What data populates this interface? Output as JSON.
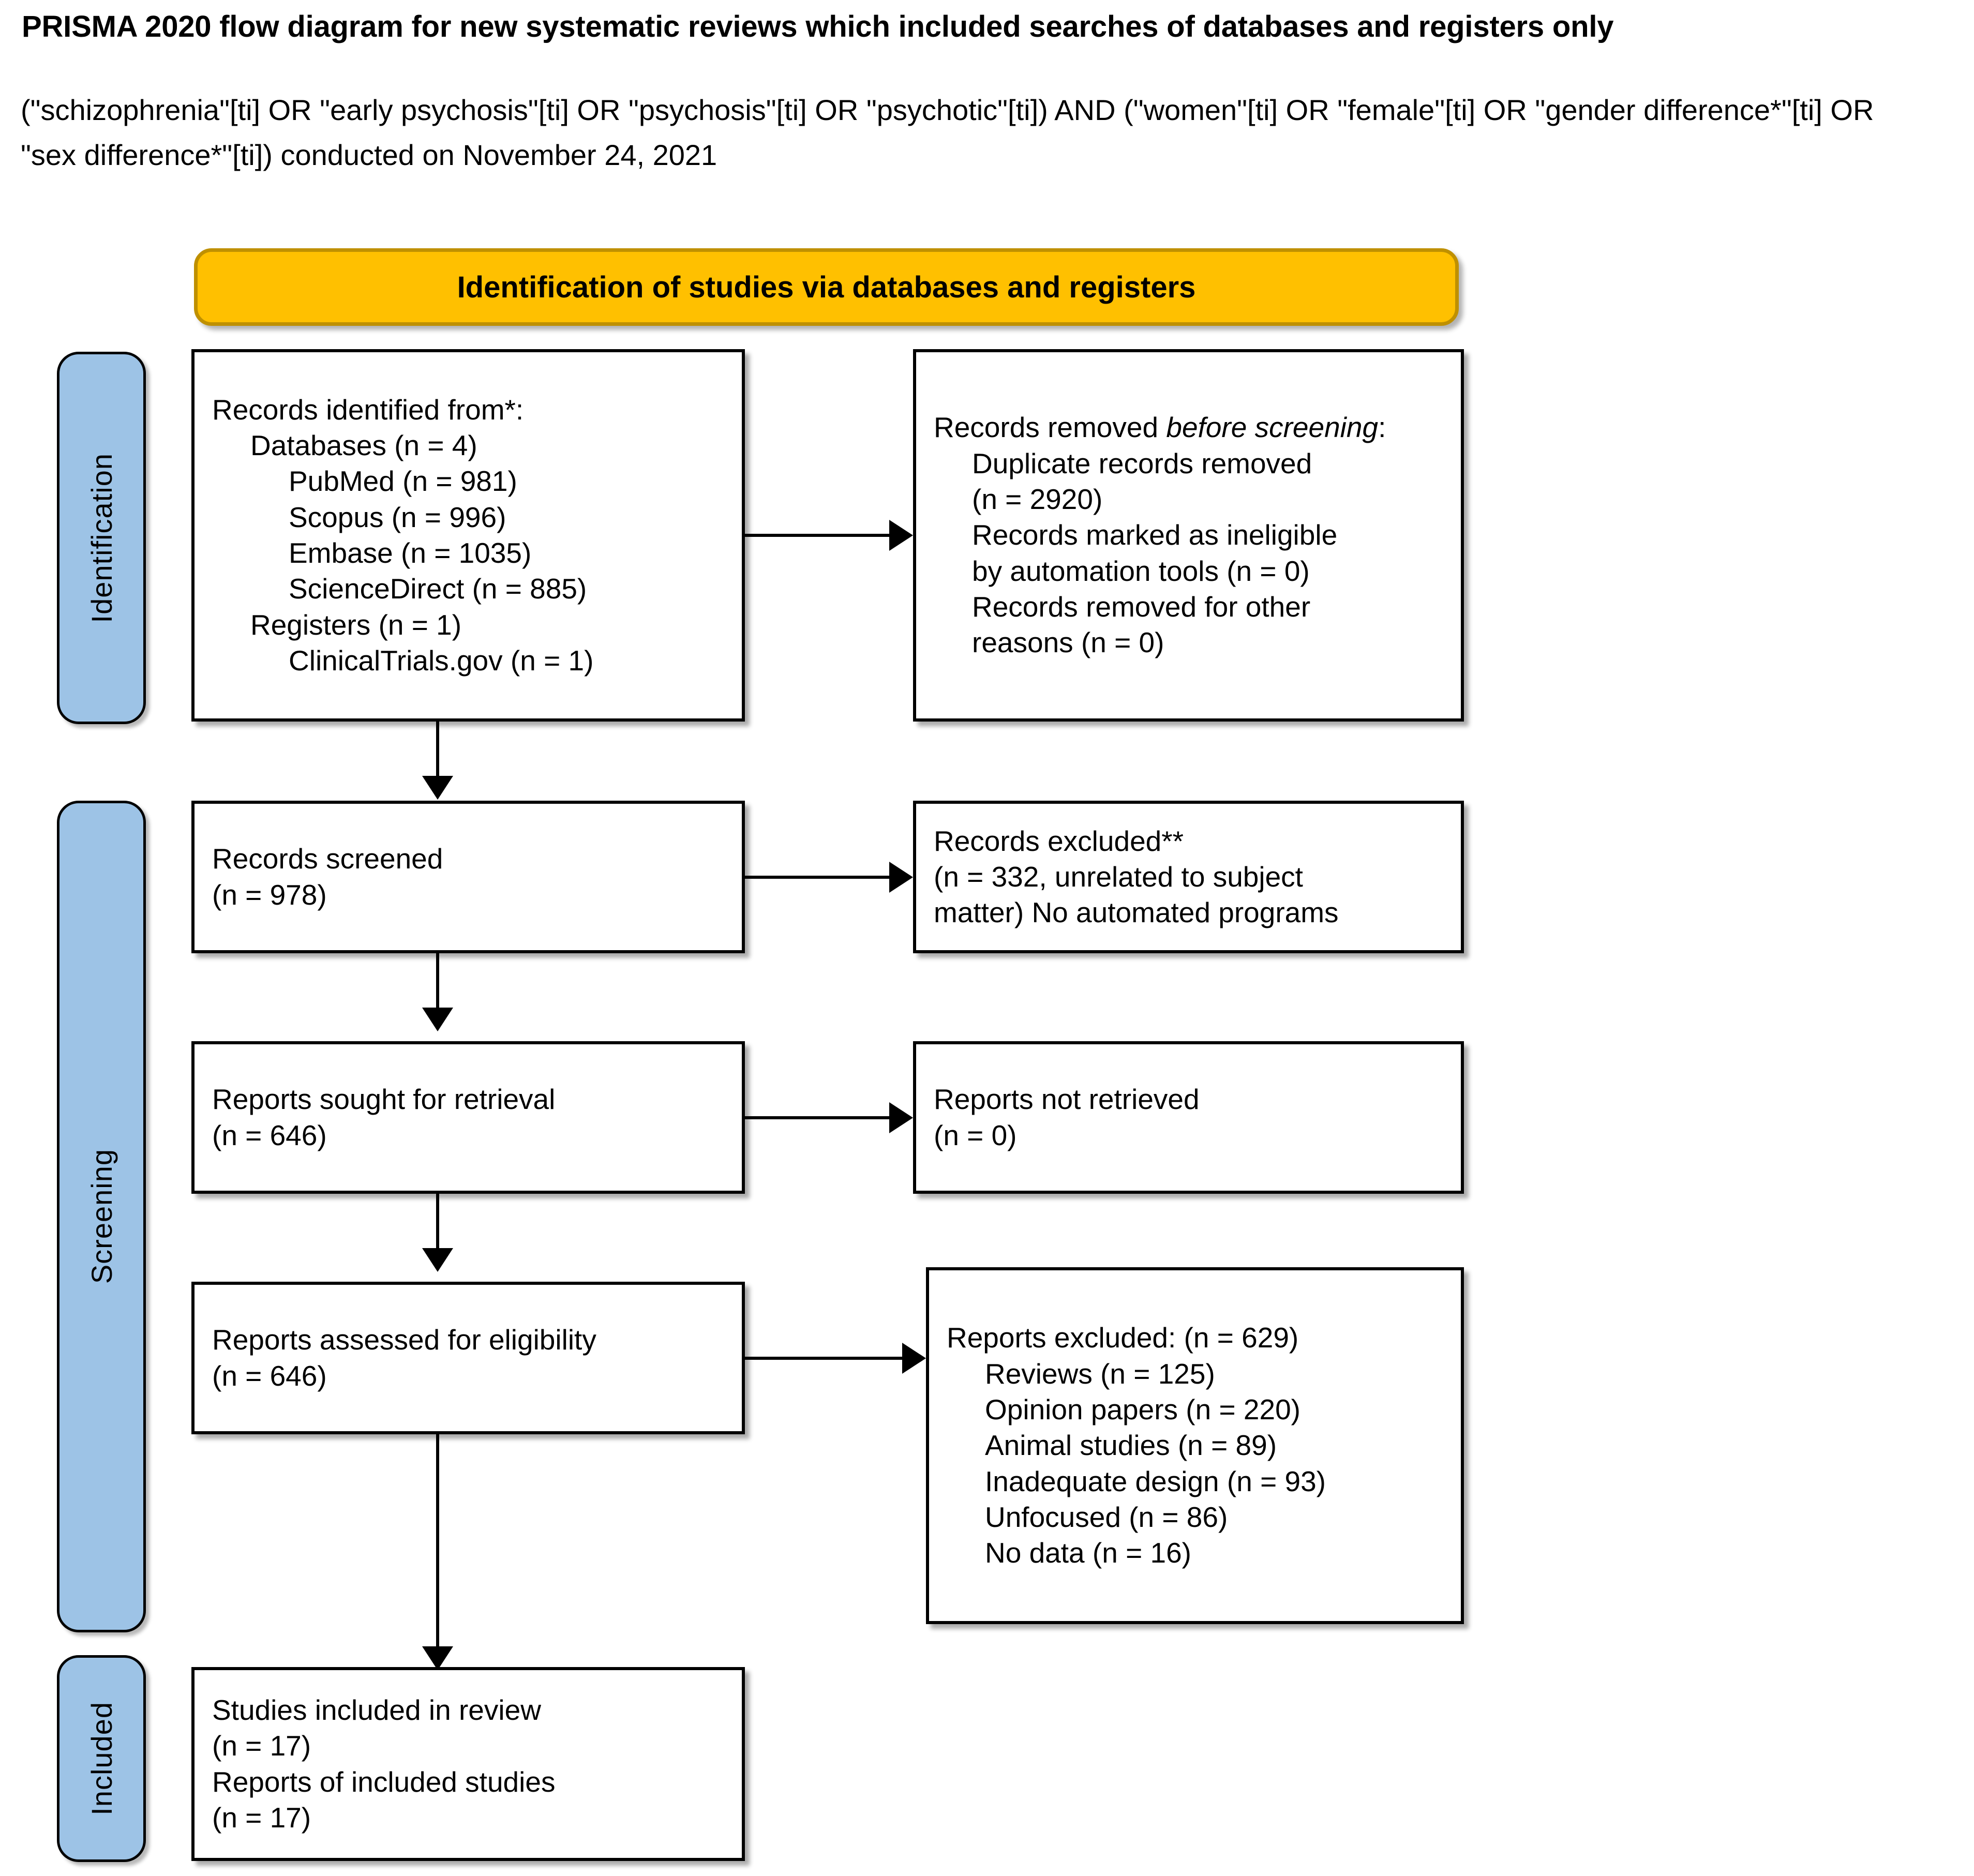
{
  "title": "PRISMA 2020 flow diagram for new systematic reviews which included searches of databases and registers only",
  "query": "(\"schizophrenia\"[ti] OR \"early psychosis\"[ti] OR \"psychosis\"[ti] OR \"psychotic\"[ti]) AND (\"women\"[ti] OR \"female\"[ti] OR \"gender difference*\"[ti] OR \"sex difference*\"[ti]) conducted on November 24, 2021",
  "colors": {
    "stage_bar": "#9DC3E6",
    "section_header": "#FFC000",
    "section_header_border": "#BF9000",
    "box_border": "#000000",
    "text": "#000000"
  },
  "section_header": {
    "label": "Identification of studies via databases and registers"
  },
  "stages": [
    {
      "id": "identification",
      "label": "Identification"
    },
    {
      "id": "screening",
      "label": "Screening"
    },
    {
      "id": "included",
      "label": "Included"
    }
  ],
  "boxes": {
    "records_identified": {
      "id": "records-identified",
      "lines": [
        {
          "text": "Records identified from*:",
          "indent": 0
        },
        {
          "text": "Databases (n = 4)",
          "indent": 1
        },
        {
          "text": "PubMed (n = 981)",
          "indent": 2
        },
        {
          "text": "Scopus (n = 996)",
          "indent": 2
        },
        {
          "text": "Embase (n = 1035)",
          "indent": 2
        },
        {
          "text": "ScienceDirect (n = 885)",
          "indent": 2
        },
        {
          "text": "Registers (n = 1)",
          "indent": 1
        },
        {
          "text": "ClinicalTrials.gov (n = 1)",
          "indent": 2
        }
      ]
    },
    "records_removed": {
      "id": "records-removed-before-screening",
      "head_pre": "Records removed ",
      "head_italic": "before screening",
      "head_post": ":",
      "lines": [
        {
          "text": "Duplicate records removed",
          "indent": 1
        },
        {
          "text": "(n = 2920)",
          "indent": 1
        },
        {
          "text": "Records marked as ineligible",
          "indent": 1
        },
        {
          "text": "by automation tools (n = 0)",
          "indent": 1
        },
        {
          "text": "Records removed for other",
          "indent": 1
        },
        {
          "text": "reasons (n = 0)",
          "indent": 1
        }
      ]
    },
    "records_screened": {
      "id": "records-screened",
      "lines": [
        {
          "text": "Records screened",
          "indent": 0
        },
        {
          "text": "(n = 978)",
          "indent": 0
        }
      ]
    },
    "records_excluded": {
      "id": "records-excluded",
      "lines": [
        {
          "text": "Records excluded**",
          "indent": 0
        },
        {
          "text": "(n = 332, unrelated to subject",
          "indent": 0
        },
        {
          "text": "matter) No automated programs",
          "indent": 0
        }
      ]
    },
    "reports_sought": {
      "id": "reports-sought-for-retrieval",
      "lines": [
        {
          "text": "Reports sought for retrieval",
          "indent": 0
        },
        {
          "text": "(n = 646)",
          "indent": 0
        }
      ]
    },
    "reports_not_retrieved": {
      "id": "reports-not-retrieved",
      "lines": [
        {
          "text": "Reports not retrieved",
          "indent": 0
        },
        {
          "text": "(n = 0)",
          "indent": 0
        }
      ]
    },
    "reports_assessed": {
      "id": "reports-assessed-for-eligibility",
      "lines": [
        {
          "text": "Reports assessed for eligibility",
          "indent": 0
        },
        {
          "text": "(n = 646)",
          "indent": 0
        }
      ]
    },
    "reports_excluded": {
      "id": "reports-excluded",
      "lines": [
        {
          "text": "Reports excluded: (n = 629)",
          "indent": 0
        },
        {
          "text": "Reviews (n = 125)",
          "indent": 1
        },
        {
          "text": "Opinion papers (n = 220)",
          "indent": 1
        },
        {
          "text": "Animal studies (n = 89)",
          "indent": 1
        },
        {
          "text": "Inadequate design (n = 93)",
          "indent": 1
        },
        {
          "text": "Unfocused (n = 86)",
          "indent": 1
        },
        {
          "text": "No data (n = 16)",
          "indent": 1
        }
      ]
    },
    "studies_included": {
      "id": "studies-included-in-review",
      "lines": [
        {
          "text": "Studies included in review",
          "indent": 0
        },
        {
          "text": "(n = 17)",
          "indent": 0
        },
        {
          "text": "Reports of included studies",
          "indent": 0
        },
        {
          "text": "(n = 17)",
          "indent": 0
        }
      ]
    }
  },
  "chart_data": {
    "type": "diagram",
    "title": "PRISMA 2020 flow diagram for new systematic reviews which included searches of databases and registers only",
    "nodes": [
      {
        "id": "records-identified",
        "stage": "Identification",
        "label": "Records identified from*",
        "n_databases": 4,
        "n_registers": 1,
        "sources": [
          {
            "name": "PubMed",
            "n": 981
          },
          {
            "name": "Scopus",
            "n": 996
          },
          {
            "name": "Embase",
            "n": 1035
          },
          {
            "name": "ScienceDirect",
            "n": 885
          },
          {
            "name": "ClinicalTrials.gov",
            "n": 1
          }
        ]
      },
      {
        "id": "records-removed-before-screening",
        "stage": "Identification",
        "label": "Records removed before screening",
        "items": [
          {
            "name": "Duplicate records removed",
            "n": 2920
          },
          {
            "name": "Records marked as ineligible by automation tools",
            "n": 0
          },
          {
            "name": "Records removed for other reasons",
            "n": 0
          }
        ]
      },
      {
        "id": "records-screened",
        "stage": "Screening",
        "label": "Records screened",
        "n": 978
      },
      {
        "id": "records-excluded",
        "stage": "Screening",
        "label": "Records excluded**",
        "n": 332,
        "note": "unrelated to subject matter) No automated programs"
      },
      {
        "id": "reports-sought-for-retrieval",
        "stage": "Screening",
        "label": "Reports sought for retrieval",
        "n": 646
      },
      {
        "id": "reports-not-retrieved",
        "stage": "Screening",
        "label": "Reports not retrieved",
        "n": 0
      },
      {
        "id": "reports-assessed-for-eligibility",
        "stage": "Screening",
        "label": "Reports assessed for eligibility",
        "n": 646
      },
      {
        "id": "reports-excluded",
        "stage": "Screening",
        "label": "Reports excluded",
        "n": 629,
        "reasons": [
          {
            "name": "Reviews",
            "n": 125
          },
          {
            "name": "Opinion papers",
            "n": 220
          },
          {
            "name": "Animal studies",
            "n": 89
          },
          {
            "name": "Inadequate design",
            "n": 93
          },
          {
            "name": "Unfocused",
            "n": 86
          },
          {
            "name": "No data",
            "n": 16
          }
        ]
      },
      {
        "id": "studies-included-in-review",
        "stage": "Included",
        "label": "Studies included in review",
        "n": 17,
        "reports_n": 17
      }
    ],
    "edges": [
      {
        "from": "records-identified",
        "to": "records-removed-before-screening",
        "direction": "right"
      },
      {
        "from": "records-identified",
        "to": "records-screened",
        "direction": "down"
      },
      {
        "from": "records-screened",
        "to": "records-excluded",
        "direction": "right"
      },
      {
        "from": "records-screened",
        "to": "reports-sought-for-retrieval",
        "direction": "down"
      },
      {
        "from": "reports-sought-for-retrieval",
        "to": "reports-not-retrieved",
        "direction": "right"
      },
      {
        "from": "reports-sought-for-retrieval",
        "to": "reports-assessed-for-eligibility",
        "direction": "down"
      },
      {
        "from": "reports-assessed-for-eligibility",
        "to": "reports-excluded",
        "direction": "right"
      },
      {
        "from": "reports-assessed-for-eligibility",
        "to": "studies-included-in-review",
        "direction": "down"
      }
    ]
  }
}
